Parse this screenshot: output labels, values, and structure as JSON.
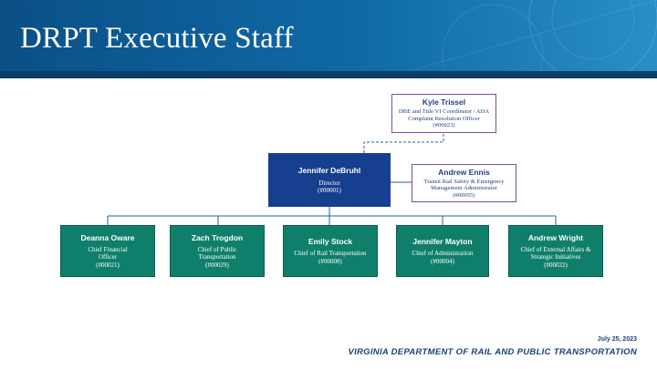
{
  "title": "DRPT Executive Staff",
  "colors": {
    "header": "#0f6aa6",
    "navy": "#173f8f",
    "teal": "#0f7f6b",
    "purple_border": "#7d4d9e",
    "text_dark": "#1f3f7a"
  },
  "advisor": {
    "name": "Kyle Trissel",
    "role": "DBE and Title VI Coordinator / ADA Complaint Resolution Officer",
    "number": "(#00023)"
  },
  "director": {
    "name": "Jennifer DeBruhl",
    "role": "Director",
    "number": "(#00001)"
  },
  "assistant": {
    "name": "Andrew Ennis",
    "role": "Transit Rail Safety & Emergency Management Administrator",
    "number": "(#00055)"
  },
  "chiefs": [
    {
      "name": "Deanna Oware",
      "role": "Chief Financial Officer",
      "number": "(#00021)"
    },
    {
      "name": "Zach Trogdon",
      "role": "Chief of Public Transportation",
      "number": "(#00029)"
    },
    {
      "name": "Emily Stock",
      "role": "Chief of Rail Transportation",
      "number": "(#00008)"
    },
    {
      "name": "Jennifer Mayton",
      "role": "Chief of Administration",
      "number": "(#00004)"
    },
    {
      "name": "Andrew Wright",
      "role": "Chief of External Affairs & Strategic Initiatives",
      "number": "(#00022)"
    }
  ],
  "footer": {
    "date": "July 25, 2023",
    "org": "VIRGINIA DEPARTMENT OF RAIL AND PUBLIC TRANSPORTATION"
  }
}
